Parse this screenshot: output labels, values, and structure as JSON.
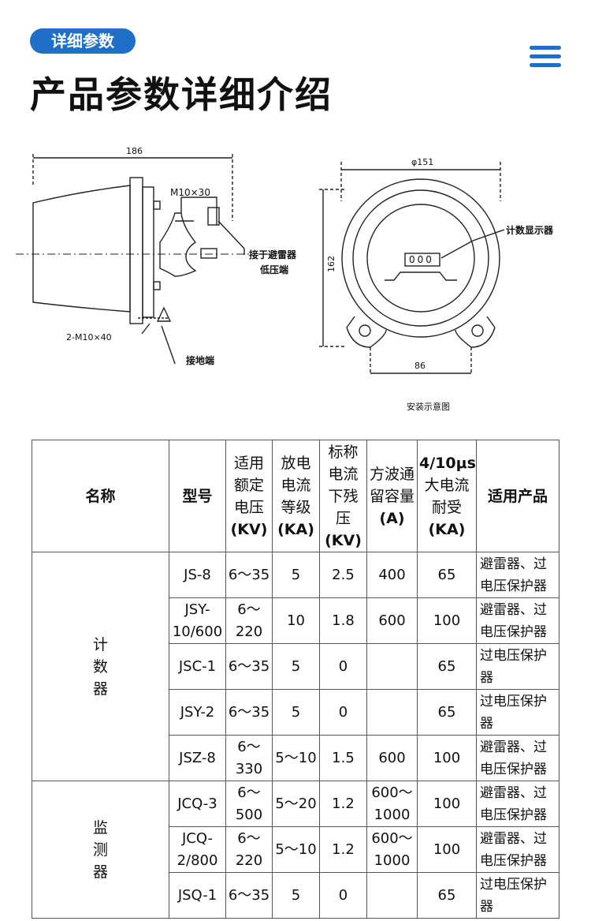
{
  "header": {
    "badge": "详细参数",
    "title": "产品参数详细介绍",
    "menu_icon": "hamburger-menu-icon"
  },
  "diagram": {
    "dim_width": "186",
    "bolt_top": "M10×30",
    "lightning_conn": "接于避雷器",
    "low_voltage": "低压端",
    "bolt_bottom": "2-M10×40",
    "ground": "接地端",
    "diameter": "φ151",
    "counter_display": "计数显示器",
    "counter_value": "000",
    "height": "162",
    "base": "86",
    "caption": "安装示意图"
  },
  "table": {
    "headers": {
      "name": "名称",
      "model": "型号",
      "voltage": "适用额定电压",
      "voltage_unit": "(KV)",
      "discharge": "放电电流等级",
      "discharge_unit": "(KA)",
      "residual": "标称电流下残压",
      "residual_unit": "(KV)",
      "square_wave": "方波通留容量",
      "square_wave_unit": "(A)",
      "surge_prefix": "4/10μs",
      "surge": "大电流耐受",
      "surge_unit": "(KA)",
      "product": "适用产品"
    },
    "groups": [
      {
        "category": [
          "计",
          "数",
          "器"
        ],
        "rows": [
          {
            "model": "JS-8",
            "voltage": "6～35",
            "discharge": "5",
            "residual": "2.5",
            "square_wave": "400",
            "surge": "65",
            "product": "避雷器、过电压保护器"
          },
          {
            "model": "JSY-10/600",
            "voltage": "6～220",
            "discharge": "10",
            "residual": "1.8",
            "square_wave": "600",
            "surge": "100",
            "product": "避雷器、过电压保护器"
          },
          {
            "model": "JSC-1",
            "voltage": "6～35",
            "discharge": "5",
            "residual": "0",
            "square_wave": "",
            "surge": "65",
            "product": "过电压保护器"
          },
          {
            "model": "JSY-2",
            "voltage": "6～35",
            "discharge": "5",
            "residual": "0",
            "square_wave": "",
            "surge": "65",
            "product": "过电压保护器"
          },
          {
            "model": "JSZ-8",
            "voltage": "6～330",
            "discharge": "5～10",
            "residual": "1.5",
            "square_wave": "600",
            "surge": "100",
            "product": "避雷器、过电压保护器"
          }
        ]
      },
      {
        "category": [
          "监",
          "测",
          "器"
        ],
        "rows": [
          {
            "model": "JCQ-3",
            "voltage": "6～500",
            "discharge": "5～20",
            "residual": "1.2",
            "square_wave": "600～1000",
            "surge": "100",
            "product": "避雷器、过电压保护器"
          },
          {
            "model": "JCQ-2/800",
            "voltage": "6～220",
            "discharge": "5～10",
            "residual": "1.2",
            "square_wave": "600～1000",
            "surge": "100",
            "product": "避雷器、过电压保护器"
          },
          {
            "model": "JSQ-1",
            "voltage": "6～35",
            "discharge": "5",
            "residual": "0",
            "square_wave": "",
            "surge": "65",
            "product": "过电压保护器"
          }
        ]
      }
    ]
  }
}
